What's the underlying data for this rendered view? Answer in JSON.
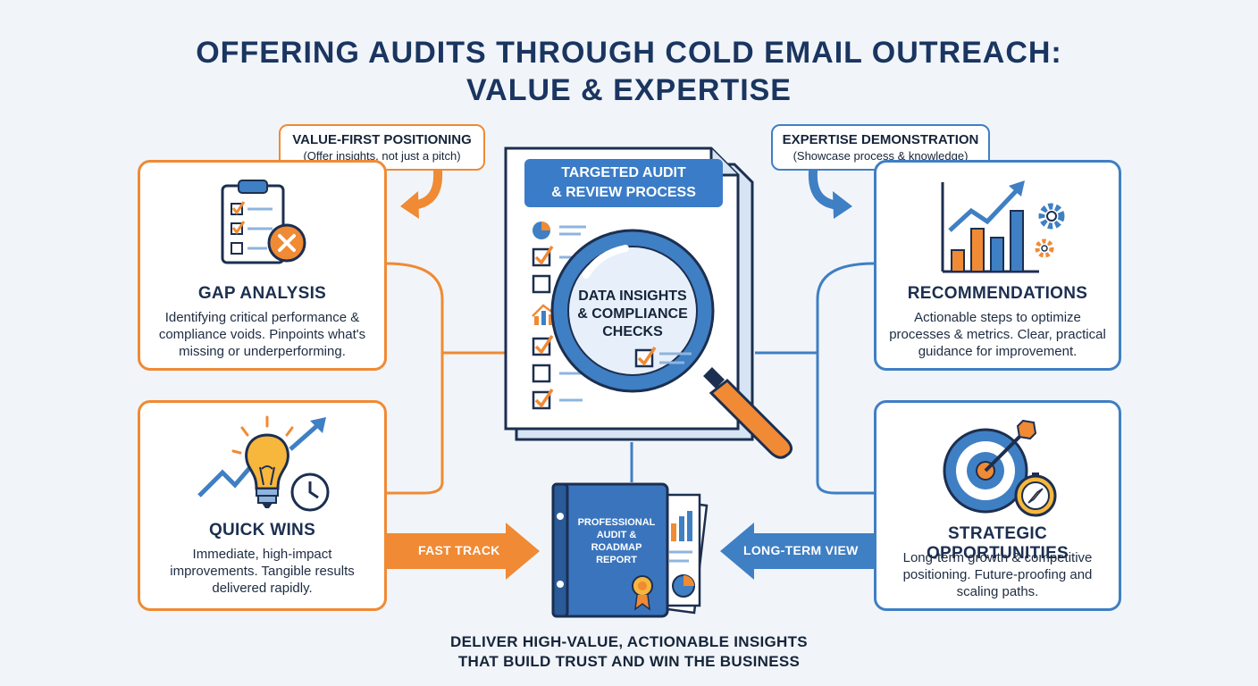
{
  "title": {
    "line1": "OFFERING AUDITS THROUGH COLD EMAIL OUTREACH:",
    "line2": "VALUE & EXPERTISE"
  },
  "callouts": {
    "left": {
      "heading": "VALUE-FIRST POSITIONING",
      "sub": "(Offer insights, not just a pitch)"
    },
    "right": {
      "heading": "EXPERTISE DEMONSTRATION",
      "sub": "(Showcase process & knowledge)"
    }
  },
  "center": {
    "doc_title_line1": "TARGETED AUDIT",
    "doc_title_line2": "& REVIEW PROCESS",
    "lens_line1": "DATA INSIGHTS",
    "lens_line2": "& COMPLIANCE",
    "lens_line3": "CHECKS",
    "binder_line1": "PROFESSIONAL",
    "binder_line2": "AUDIT &",
    "binder_line3": "ROADMAP",
    "binder_line4": "REPORT"
  },
  "boxes": {
    "gap": {
      "title": "GAP ANALYSIS",
      "line1": "Identifying critical performance &",
      "line2": "compliance voids. Pinpoints what's",
      "line3": "missing or underperforming."
    },
    "quick": {
      "title": "QUICK WINS",
      "line1": "Immediate, high-impact",
      "line2": "improvements. Tangible results",
      "line3": "delivered rapidly."
    },
    "recs": {
      "title": "RECOMMENDATIONS",
      "line1": "Actionable steps to optimize",
      "line2": "processes & metrics. Clear, practical",
      "line3": "guidance for improvement."
    },
    "strategic": {
      "title": "STRATEGIC OPPORTUNITIES",
      "line1": "Long-term growth & competitive",
      "line2": "positioning. Future-proofing and",
      "line3": "scaling paths."
    }
  },
  "arrows": {
    "fast_track": "FAST TRACK",
    "long_term": "LONG-TERM VIEW"
  },
  "bottom": {
    "line1": "DELIVER HIGH-VALUE, ACTIONABLE INSIGHTS",
    "line2": "THAT BUILD TRUST AND WIN THE BUSINESS"
  },
  "colors": {
    "orange": "#f08a34",
    "blue": "#3f7fc4",
    "navy": "#1a3560",
    "background": "#f1f5fa"
  },
  "icons": {
    "gap": "clipboard-checklist-icon",
    "quick": "lightbulb-trend-icon",
    "recs": "bar-chart-gear-icon",
    "strategic": "target-arrow-compass-icon"
  }
}
